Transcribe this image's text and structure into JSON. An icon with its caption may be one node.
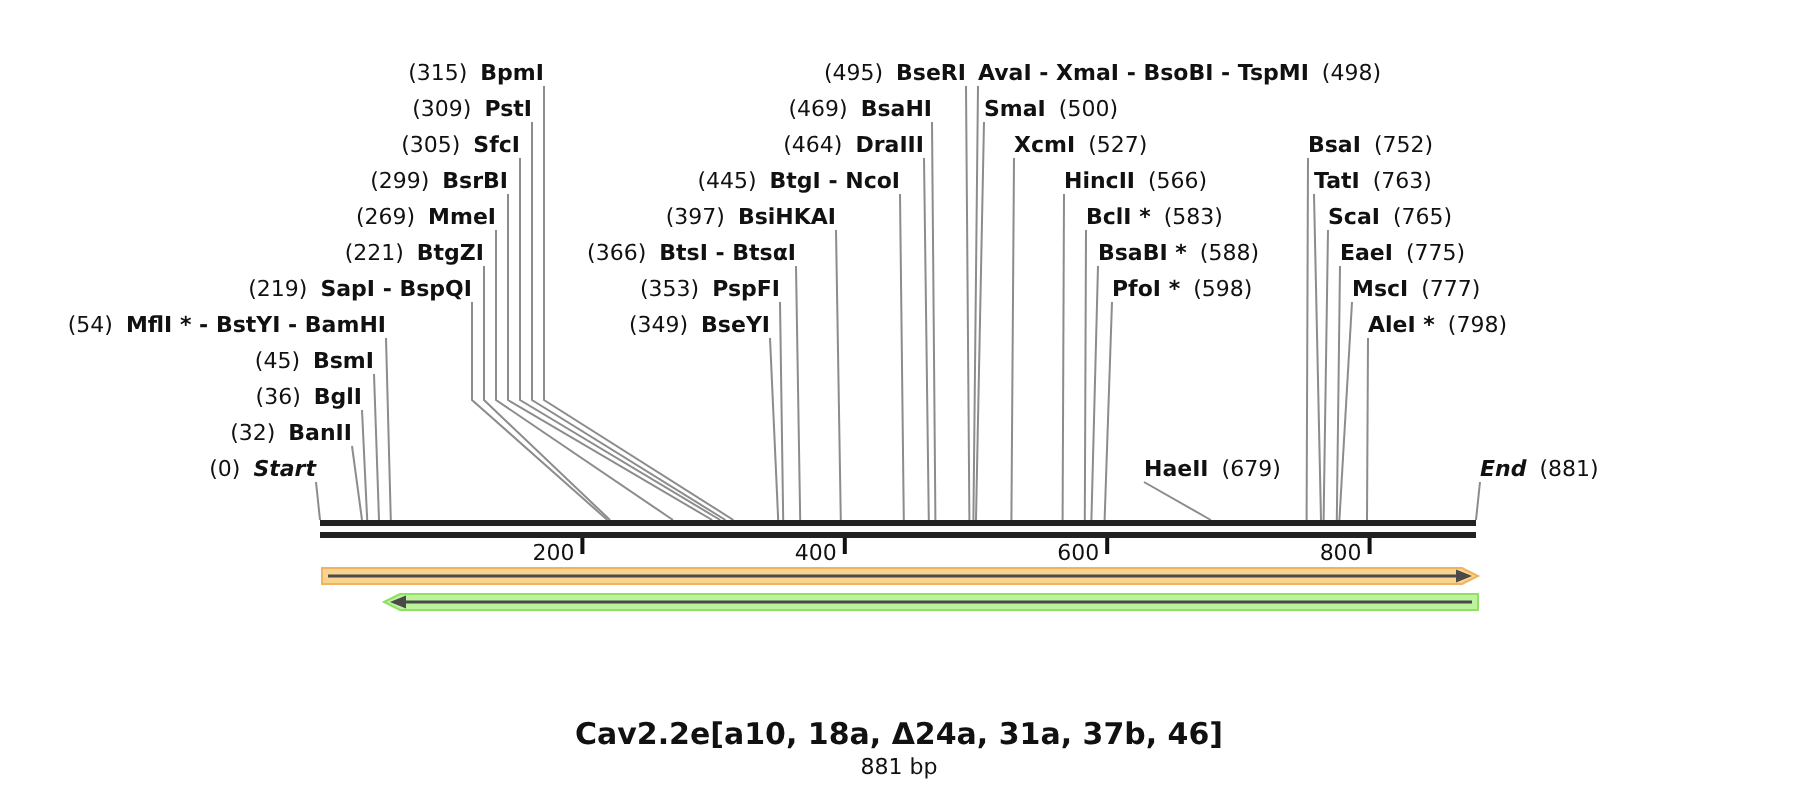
{
  "diagram": {
    "title": "Cav2.2e[a10, 18a, Δ24a, 31a, 37b, 46]",
    "caption": "881 bp",
    "nodes": [
      {
        "text": [
          "(315)",
          "BpmI"
        ]
      },
      {
        "text": [
          "(309)",
          "PstI"
        ]
      },
      {
        "text": [
          "(305)",
          "SfcI"
        ]
      },
      {
        "text": [
          "(299)",
          "BsrBI"
        ]
      },
      {
        "text": [
          "(269)",
          "MmeI"
        ]
      },
      {
        "text": [
          "(495)",
          "BseRI"
        ]
      },
      {
        "text": [
          "AvaI - XmaI - BsoBI - TspMI",
          "(498)"
        ]
      },
      {
        "text": [
          "SmaI",
          "(500)"
        ]
      },
      {
        "text": [
          "(221)",
          "BtgZI"
        ]
      },
      {
        "text": [
          "(469)",
          "BsaHI"
        ]
      },
      {
        "text": [
          "BsaI",
          "(752)"
        ]
      },
      {
        "text": [
          "(219)",
          "SapI - BspQI"
        ]
      },
      {
        "text": [
          "(464)",
          "DraIII"
        ]
      },
      {
        "text": [
          "XcmI",
          "(527)"
        ]
      },
      {
        "text": [
          "TatI",
          "(763)"
        ]
      },
      {
        "text": [
          "(445)",
          "BtgI - NcoI"
        ]
      },
      {
        "text": [
          "(54)",
          "MflI * - BstYI - BamHI"
        ]
      },
      {
        "text": [
          "HincII",
          "(566)"
        ]
      },
      {
        "text": [
          "ScaI",
          "(765)"
        ]
      },
      {
        "text": [
          "(45)",
          "BsmI"
        ]
      },
      {
        "text": [
          "(397)",
          "BsiHKAI"
        ]
      },
      {
        "text": [
          "BclI *",
          "(583)"
        ]
      },
      {
        "text": [
          "EaeI",
          "(775)"
        ]
      },
      {
        "text": [
          "(36)",
          "BglI"
        ]
      },
      {
        "text": [
          "BsaBI *",
          "(588)"
        ]
      },
      {
        "text": [
          "MscI",
          "(777)"
        ]
      },
      {
        "text": [
          "(366)",
          "BtsI - BtsαI"
        ]
      },
      {
        "text": [
          "(32)",
          "BanII"
        ]
      },
      {
        "text": [
          "(353)",
          "PspFI"
        ]
      },
      {
        "text": [
          "PfoI *",
          "(598)"
        ]
      },
      {
        "text": [
          "AleI *",
          "(798)"
        ]
      },
      {
        "text": [
          "(0)",
          "Start"
        ]
      },
      {
        "text": [
          "(349)",
          "BseYI"
        ]
      },
      {
        "text": [
          "HaeII",
          "(679)"
        ]
      },
      {
        "text": [
          "End",
          "(881)"
        ]
      },
      {
        "text": [],
        "shape": "bar",
        "beside": [
          "200",
          "400",
          "600",
          "800"
        ]
      }
    ],
    "edges": [
      {
        "from": 0,
        "to": 35,
        "arrow": "none"
      },
      {
        "from": 1,
        "to": 35,
        "arrow": "none"
      },
      {
        "from": 2,
        "to": 35,
        "arrow": "none"
      },
      {
        "from": 3,
        "to": 35,
        "arrow": "none"
      },
      {
        "from": 4,
        "to": 35,
        "arrow": "none"
      },
      {
        "from": 5,
        "to": 35,
        "arrow": "none"
      },
      {
        "from": 6,
        "to": 35,
        "arrow": "none"
      },
      {
        "from": 7,
        "to": 35,
        "arrow": "none"
      },
      {
        "from": 8,
        "to": 35,
        "arrow": "none"
      },
      {
        "from": 9,
        "to": 35,
        "arrow": "none"
      },
      {
        "from": 10,
        "to": 35,
        "arrow": "none"
      },
      {
        "from": 11,
        "to": 35,
        "arrow": "none"
      },
      {
        "from": 12,
        "to": 35,
        "arrow": "none"
      },
      {
        "from": 13,
        "to": 35,
        "arrow": "none"
      },
      {
        "from": 14,
        "to": 35,
        "arrow": "none"
      },
      {
        "from": 15,
        "to": 35,
        "arrow": "none"
      },
      {
        "from": 16,
        "to": 35,
        "arrow": "none"
      },
      {
        "from": 17,
        "to": 35,
        "arrow": "none"
      },
      {
        "from": 18,
        "to": 35,
        "arrow": "none"
      },
      {
        "from": 19,
        "to": 35,
        "arrow": "none"
      },
      {
        "from": 20,
        "to": 35,
        "arrow": "none"
      },
      {
        "from": 21,
        "to": 35,
        "arrow": "none"
      },
      {
        "from": 22,
        "to": 35,
        "arrow": "none"
      },
      {
        "from": 23,
        "to": 35,
        "arrow": "none"
      },
      {
        "from": 24,
        "to": 35,
        "arrow": "none"
      },
      {
        "from": 25,
        "to": 35,
        "arrow": "none"
      },
      {
        "from": 26,
        "to": 35,
        "arrow": "none"
      },
      {
        "from": 27,
        "to": 35,
        "arrow": "none"
      },
      {
        "from": 28,
        "to": 35,
        "arrow": "none"
      },
      {
        "from": 29,
        "to": 35,
        "arrow": "none"
      },
      {
        "from": 30,
        "to": 35,
        "arrow": "none"
      },
      {
        "from": 31,
        "to": 35,
        "arrow": "none"
      },
      {
        "from": 32,
        "to": 35,
        "arrow": "none"
      },
      {
        "from": 33,
        "to": 35,
        "arrow": "none"
      },
      {
        "from": 34,
        "to": 35,
        "arrow": "none"
      }
    ]
  }
}
